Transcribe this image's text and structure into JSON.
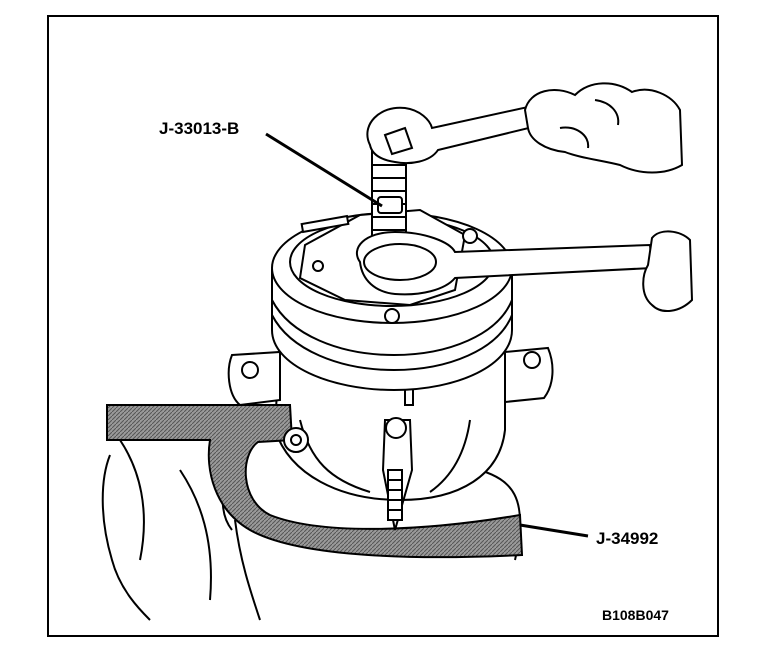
{
  "labels": {
    "tool_top": "J-33013-B",
    "tool_bottom": "J-34992",
    "figure_code": "B108B047"
  },
  "colors": {
    "ink": "#000000",
    "paper": "#ffffff",
    "holder_fill": "#8a8a8a"
  }
}
